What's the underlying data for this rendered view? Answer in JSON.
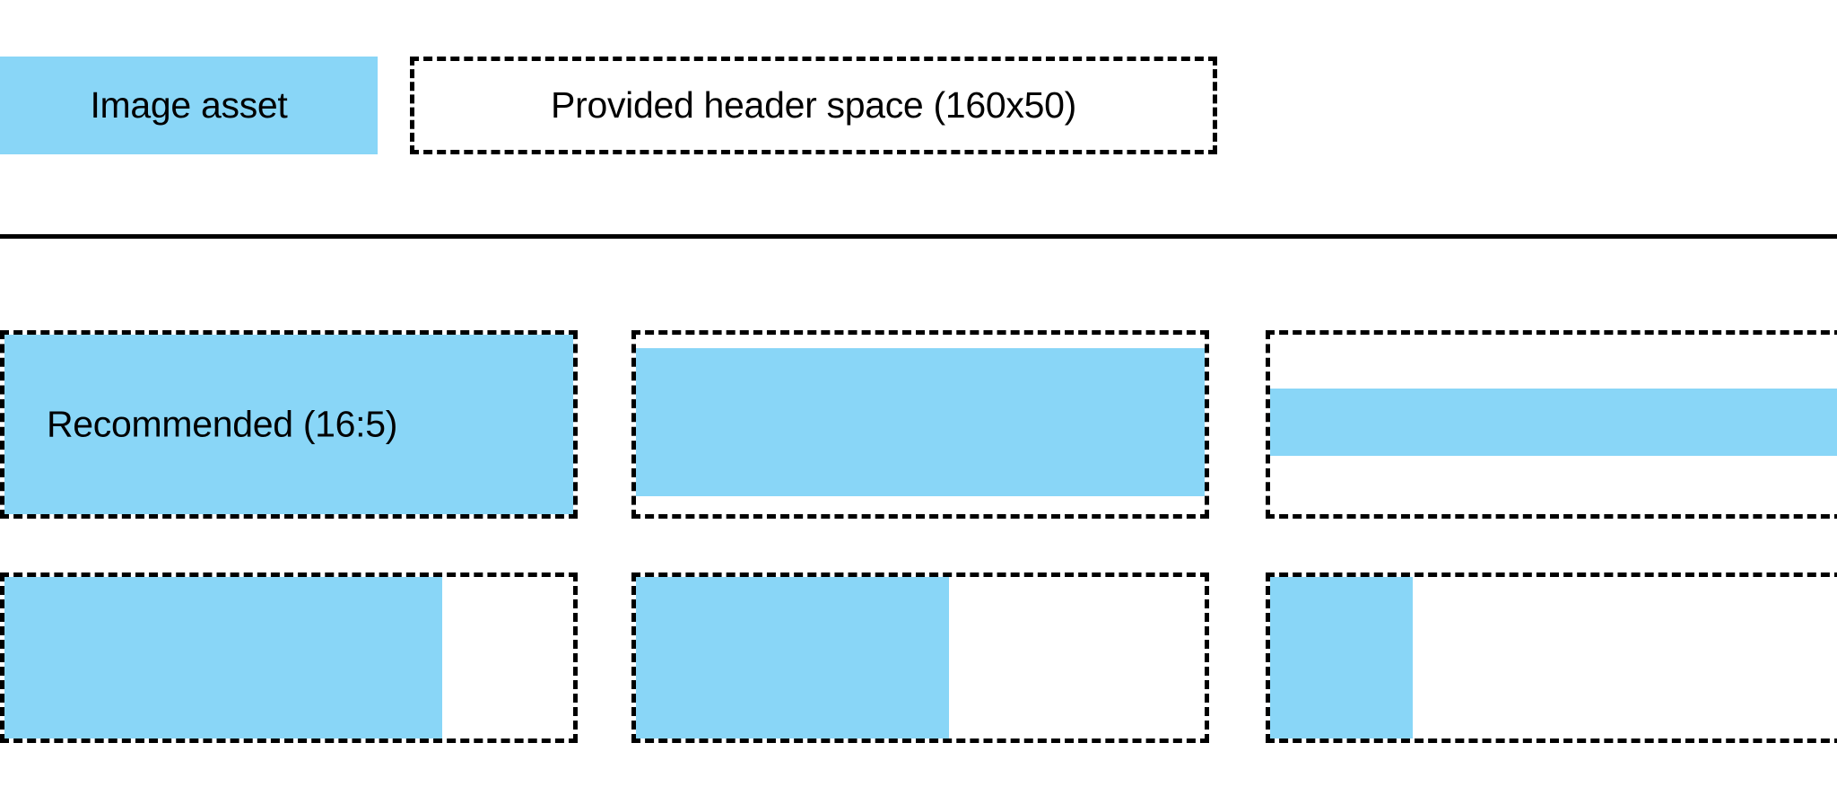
{
  "page": {
    "background_color": "#ffffff",
    "accent_color": "#89d6f7",
    "line_color": "#000000"
  },
  "legend": {
    "swatch": {
      "label": "Image asset",
      "color": "#89d6f7"
    },
    "space_box": {
      "label": "Provided header space (160x50)",
      "border_style": "dashed",
      "border_color": "#000000"
    }
  },
  "divider": {
    "visible": true,
    "color": "#000000"
  },
  "grid": {
    "rows": [
      {
        "name": "row-1",
        "cells": [
          {
            "name": "recommended",
            "label": "Recommended (16:5)",
            "fill": "full"
          },
          {
            "name": "too-short",
            "label": "",
            "fill": "inset-vertical"
          },
          {
            "name": "much-too-short",
            "label": "",
            "fill": "band-centered"
          }
        ]
      },
      {
        "name": "row-2",
        "cells": [
          {
            "name": "slightly-narrow",
            "label": "",
            "fill": "left-77"
          },
          {
            "name": "narrow",
            "label": "",
            "fill": "left-55"
          },
          {
            "name": "very-narrow",
            "label": "",
            "fill": "left-25"
          }
        ]
      }
    ]
  }
}
